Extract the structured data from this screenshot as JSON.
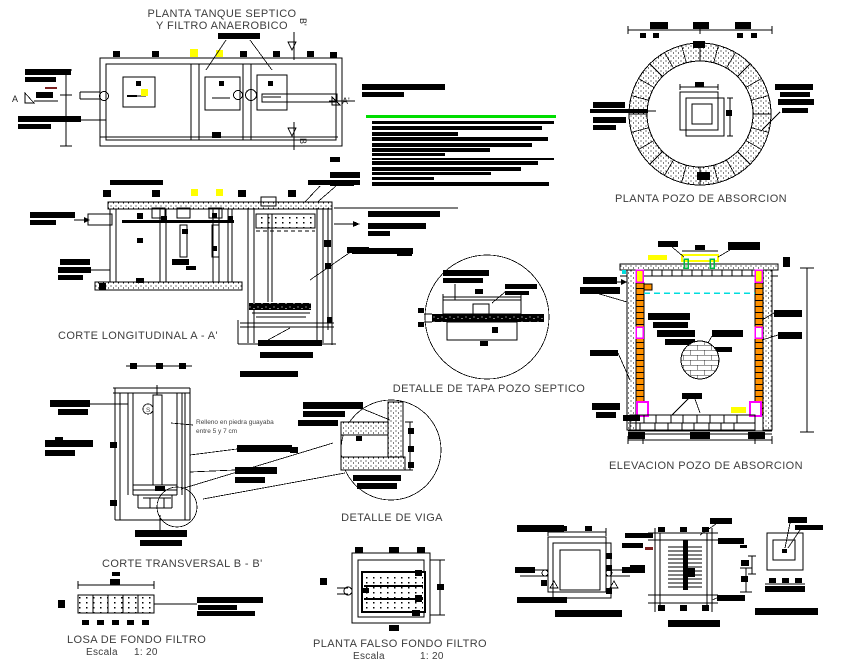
{
  "titles": {
    "plan_tank_1": "PLANTA TANQUE SEPTICO",
    "plan_tank_2": "Y FILTRO ANAEROBICO",
    "plan_pozo": "PLANTA POZO DE ABSORCION",
    "corte_long": "CORTE LONGITUDINAL A - A'",
    "detalle_tapa": "DETALLE DE TAPA POZO SEPTICO",
    "elevacion": "ELEVACION POZO DE ABSORCION",
    "corte_transv": "CORTE TRANSVERSAL B - B'",
    "detalle_viga": "DETALLE DE VIGA",
    "losa": "LOSA DE FONDO FILTRO",
    "falso": "PLANTA FALSO FONDO FILTRO"
  },
  "scale": {
    "label": "Escala",
    "value": "1: 20"
  },
  "markers": {
    "a": "A",
    "a_prime": "A'",
    "b": "B",
    "b_prime": "B'",
    "s": "S"
  },
  "notes": {
    "relleno_1": "Relleno en piedra guayaba",
    "relleno_2": "entre 5 y 7 cm"
  },
  "colors": {
    "highlight_yellow": "#ffff00",
    "accent_green": "#00dd00",
    "water_cyan": "#00dddd",
    "rebar_magenta": "#ff00ff",
    "brick_orange": "#ff9100",
    "mark_maroon": "#7b1f1f"
  }
}
